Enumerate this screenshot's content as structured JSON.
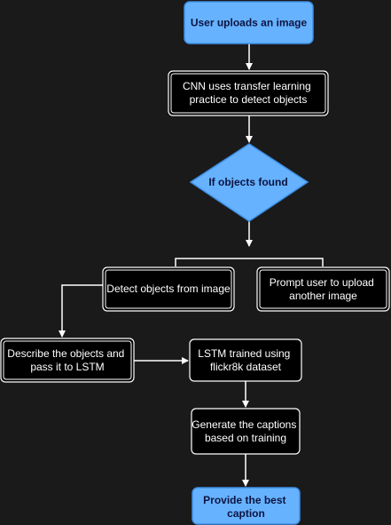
{
  "colors": {
    "background": "#1a1a1a",
    "node_dark_fill": "#000000",
    "node_dark_stroke": "#ffffff",
    "node_blue_fill": "#66b2ff",
    "node_blue_stroke": "#3d8fe6",
    "node_blue_text": "#0d1440",
    "connector": "#ffffff"
  },
  "nodes": {
    "upload": {
      "lines": [
        "User uploads an image"
      ]
    },
    "cnn": {
      "lines": [
        "CNN uses transfer learning",
        "practice to detect objects"
      ]
    },
    "decision": {
      "lines": [
        "If objects found"
      ]
    },
    "detect": {
      "lines": [
        "Detect objects from  image"
      ]
    },
    "prompt": {
      "lines": [
        "Prompt user to upload",
        "another image"
      ]
    },
    "describe": {
      "lines": [
        "Describe the objects and",
        "pass it to LSTM"
      ]
    },
    "lstm": {
      "lines": [
        "LSTM trained using",
        "flickr8k dataset"
      ]
    },
    "generate": {
      "lines": [
        "Generate the captions",
        "based on training"
      ]
    },
    "caption": {
      "lines": [
        "Provide the best",
        "caption"
      ]
    }
  }
}
